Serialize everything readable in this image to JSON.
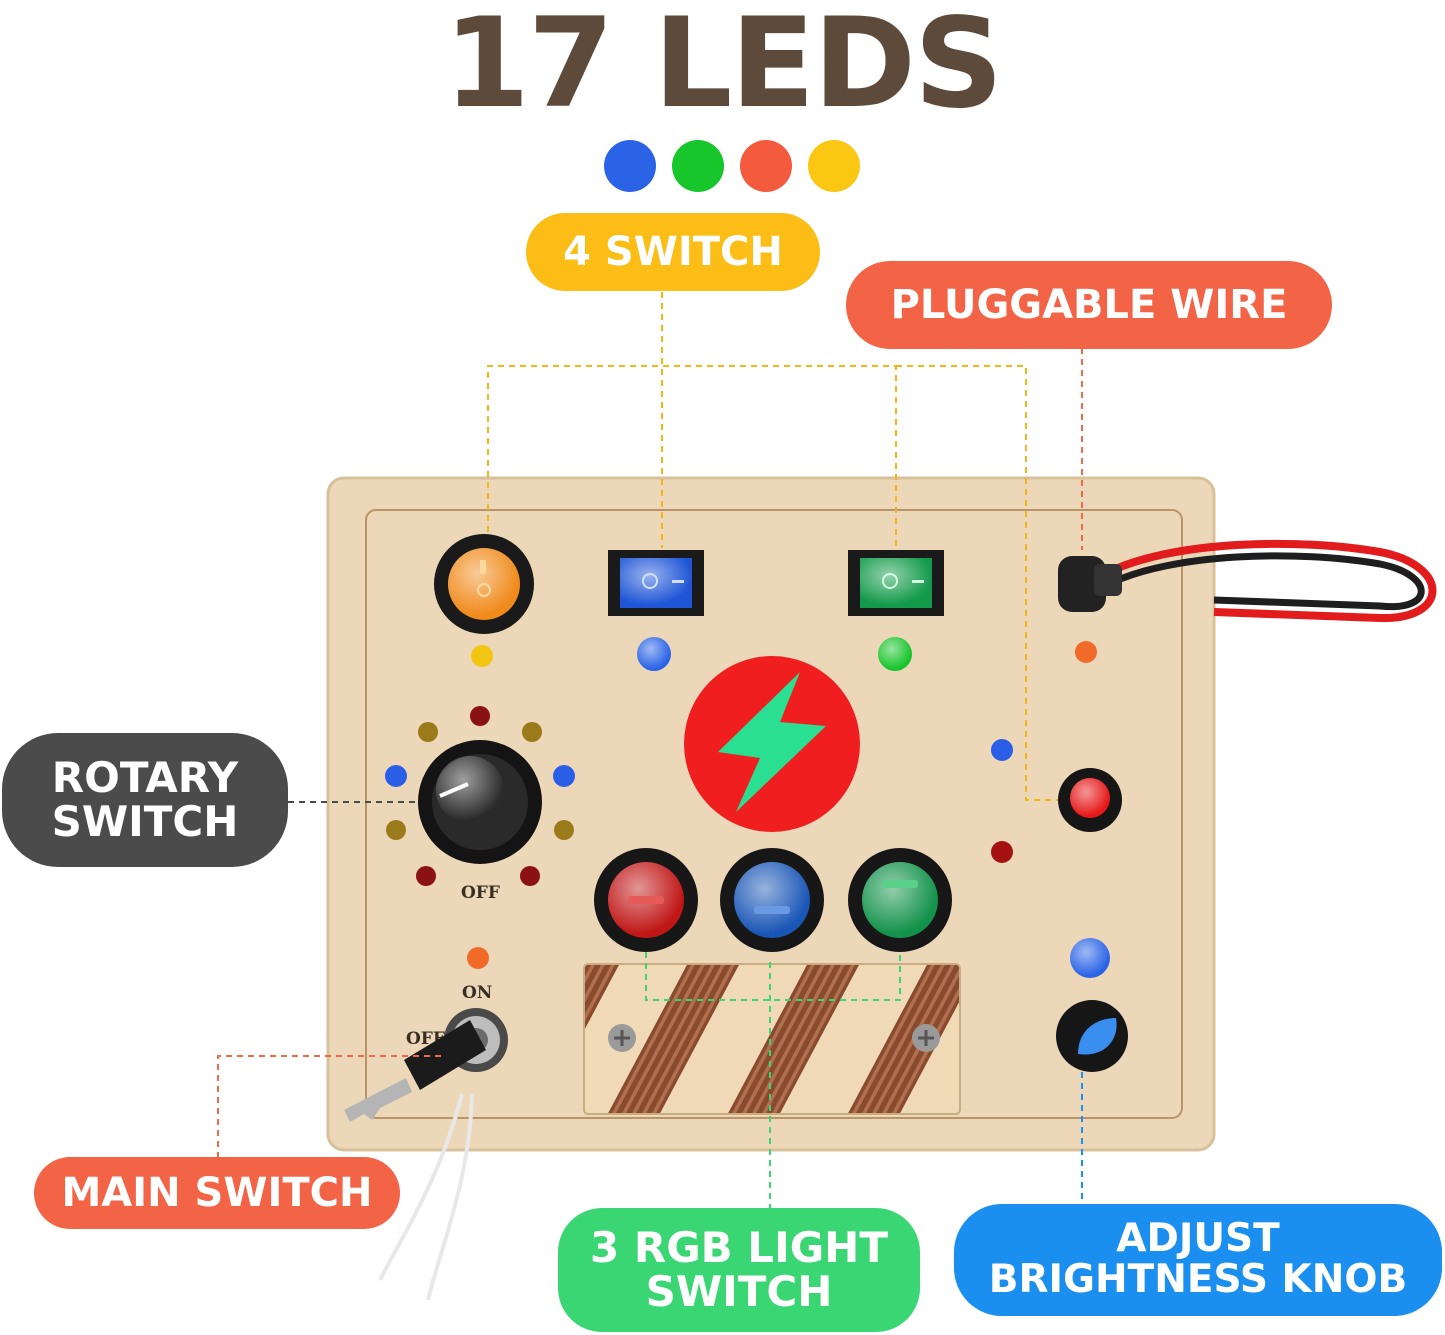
{
  "header": {
    "title": "17 LEDS"
  },
  "colors": {
    "title": "#5e4a3a",
    "led_blue": "#2a63e6",
    "led_green": "#16c62a",
    "led_red": "#f45a3e",
    "led_yellow": "#fbc712",
    "callout_yellow": "#fbbd16",
    "callout_orange": "#f36446",
    "callout_dark": "#4b4b4b",
    "callout_green": "#3bd674",
    "callout_blue": "#1a8ff0",
    "board": "#ecd8b9"
  },
  "led_dots": [
    {
      "name": "blue",
      "color": "#2a63e6"
    },
    {
      "name": "green",
      "color": "#16c62a"
    },
    {
      "name": "red",
      "color": "#f45a3e"
    },
    {
      "name": "yellow",
      "color": "#fbc712"
    }
  ],
  "callouts": {
    "switch": {
      "label": "4 SWITCH"
    },
    "wire": {
      "label": "PLUGGABLE WIRE"
    },
    "rotary": {
      "line1": "ROTARY",
      "line2": "SWITCH"
    },
    "main": {
      "label": "MAIN SWITCH"
    },
    "rgb": {
      "line1": "3 RGB LIGHT",
      "line2": "SWITCH"
    },
    "knob": {
      "line1": "ADJUST",
      "line2": "BRIGHTNESS KNOB"
    }
  },
  "board_text": {
    "rotary_off": "OFF",
    "key_on": "ON",
    "key_off": "OFF"
  }
}
